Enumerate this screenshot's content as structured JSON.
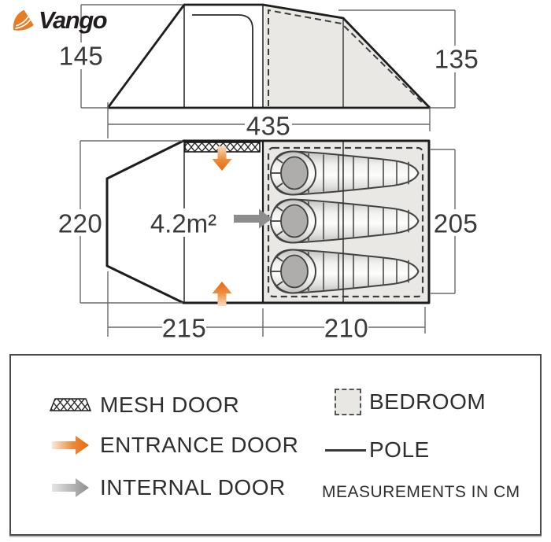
{
  "brand": {
    "name": "Vango"
  },
  "side_view": {
    "height_front": "145",
    "height_rear": "135",
    "length_total": "435"
  },
  "floor_plan": {
    "width_front": "220",
    "width_rear": "205",
    "porch_length": "215",
    "bedroom_length": "210",
    "porch_area": "4.2m²",
    "sleeping_bag_count": 3
  },
  "legend": {
    "mesh_door": "MESH DOOR",
    "entrance_door": "ENTRANCE DOOR",
    "internal_door": "INTERNAL DOOR",
    "bedroom": "BEDROOM",
    "pole": "POLE",
    "note": "MEASUREMENTS IN CM"
  },
  "colors": {
    "brand_orange": "#e8731c",
    "arrow_gray": "#8d8d8d",
    "bedroom_fill": "#e9e8e5",
    "outline": "#1d1d1d"
  }
}
